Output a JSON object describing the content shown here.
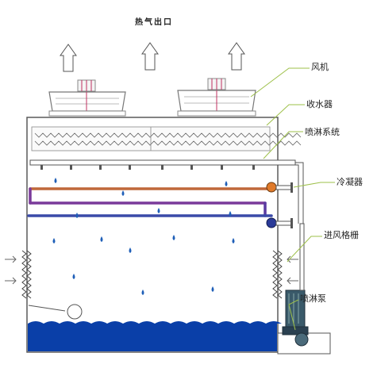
{
  "title": "热气出口",
  "labels": {
    "fan": "风机",
    "water_collector": "收水器",
    "spray_system": "喷淋系统",
    "condenser": "冷凝器",
    "inlet_grille": "进风格栅",
    "spray_pump": "喷淋泵"
  },
  "colors": {
    "casing": "#5a5a5a",
    "water": "#0a3fa8",
    "droplet": "#1f5fb8",
    "callout_line": "#9ec04a",
    "coil_top": "#c0683a",
    "coil_mid": "#7a3a9a",
    "coil_bottom": "#3a4aa8",
    "pump": "#3a5a6a",
    "fan_accent": "#c03060"
  }
}
